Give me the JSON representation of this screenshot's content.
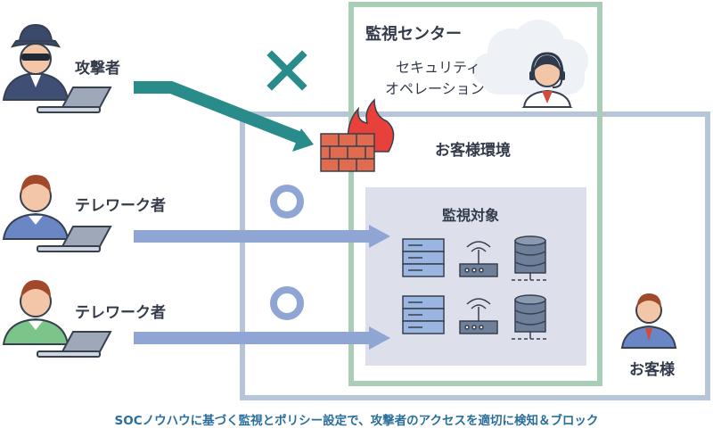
{
  "actors": {
    "attacker_label": "攻撃者",
    "telework_1_label": "テレワーク者",
    "telework_2_label": "テレワーク者",
    "customer_label": "お客様"
  },
  "soc": {
    "title": "監視センター",
    "operation_line1": "セキュリティ",
    "operation_line2": "オペレーション"
  },
  "customer_env": {
    "title": "お客様環境",
    "monitored_title": "監視対象"
  },
  "caption": "SOCノウハウに基づく監視とポリシー設定で、攻撃者のアクセスを適切に検知＆ブロック",
  "colors": {
    "attack_arrow": "#2a8b8b",
    "access_arrow": "#8fa5d3",
    "soc_border": "#a9cdb7",
    "env_border": "#b7c5d8",
    "monitored_bg": "#dde0eb",
    "fire": "#e8403a"
  },
  "icons": [
    "hacker-icon",
    "laptop-icon",
    "person-icon",
    "firewall-icon",
    "fire-icon",
    "cloud-icon",
    "operator-icon",
    "server-icon",
    "router-icon",
    "database-icon",
    "block-mark",
    "allow-mark"
  ]
}
